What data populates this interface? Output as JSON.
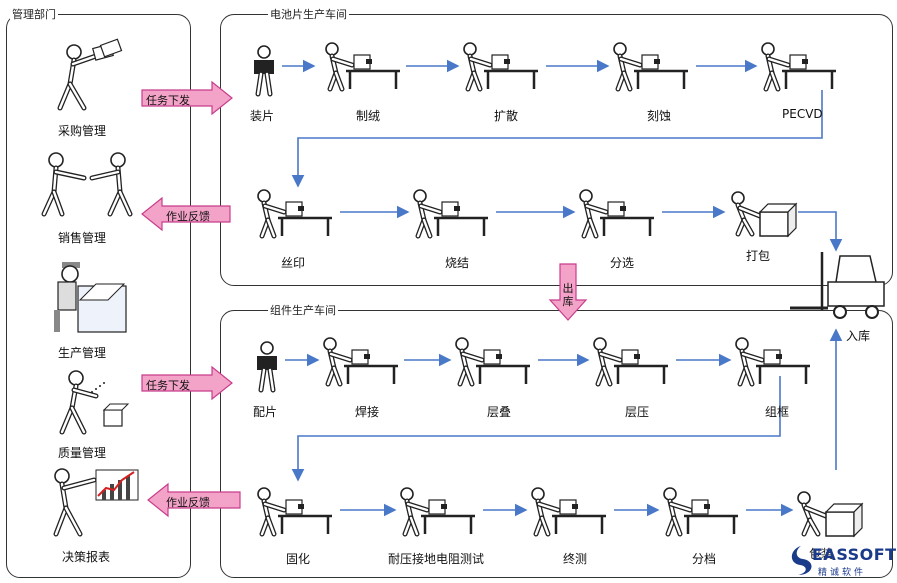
{
  "management": {
    "title": "管理部门",
    "items": [
      {
        "label": "采购管理",
        "icon": "purchasing-worker-icon"
      },
      {
        "label": "销售管理",
        "icon": "handshake-icon"
      },
      {
        "label": "生产管理",
        "icon": "desk-worker-icon"
      },
      {
        "label": "质量管理",
        "icon": "inspection-worker-icon"
      },
      {
        "label": "决策报表",
        "icon": "report-chart-icon"
      }
    ]
  },
  "cell_workshop": {
    "title": "电池片生产车间",
    "row1": [
      "装片",
      "制绒",
      "扩散",
      "刻蚀",
      "PECVD"
    ],
    "row2": [
      "丝印",
      "烧结",
      "分选",
      "打包"
    ]
  },
  "module_workshop": {
    "title": "组件生产车间",
    "row1": [
      "配片",
      "焊接",
      "层叠",
      "层压",
      "组框"
    ],
    "row2": [
      "固化",
      "耐压接地电阻测试",
      "终测",
      "分档",
      "包装"
    ]
  },
  "arrows": {
    "task_issue_top": "任务下发",
    "feedback_top": "作业反馈",
    "task_issue_bottom": "任务下发",
    "feedback_bottom": "作业反馈",
    "outbound": "出库",
    "inbound": "入库"
  },
  "logo": {
    "main": "EASSOFT",
    "sub": "精诚软件"
  },
  "colors": {
    "flow_arrow": "#4a78c8",
    "big_arrow_fill": "#f4a3c8",
    "big_arrow_stroke": "#c83c8c"
  }
}
